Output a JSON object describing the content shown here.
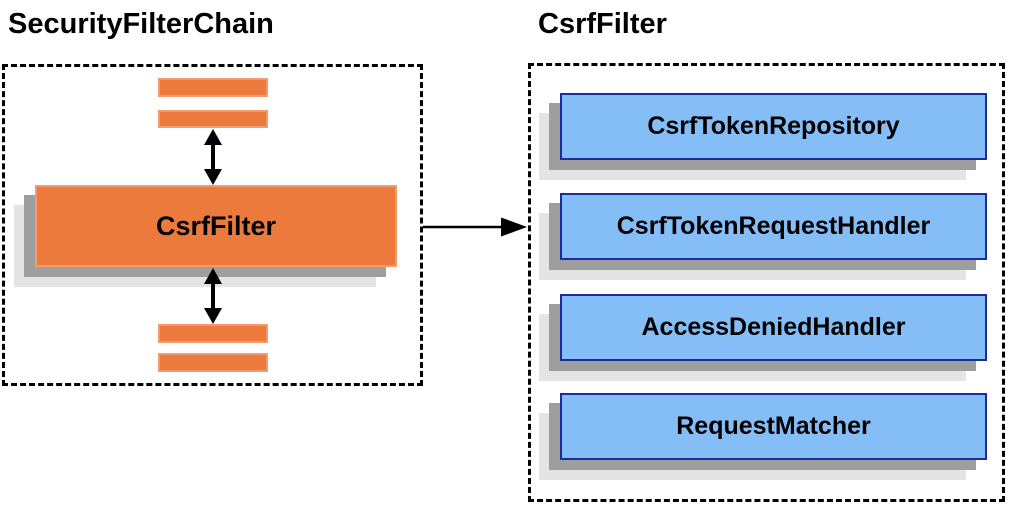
{
  "left_panel": {
    "title": "SecurityFilterChain",
    "filter_label": "CsrfFilter"
  },
  "right_panel": {
    "title": "CsrfFilter",
    "components": [
      {
        "label": "CsrfTokenRepository"
      },
      {
        "label": "CsrfTokenRequestHandler"
      },
      {
        "label": "AccessDeniedHandler"
      },
      {
        "label": "RequestMatcher"
      }
    ]
  },
  "icons": {
    "double_arrow": "vertical-double-headed-arrow",
    "flow_arrow": "right-pointing-arrow"
  },
  "colors": {
    "filter_fill": "#ED7A3D",
    "filter_border": "#F29B70",
    "component_fill": "#85BEF7",
    "component_border": "#1B2CA0",
    "shadow_dark": "#9E9E9E",
    "shadow_light": "#E4E4E4",
    "outline": "#000000",
    "text": "#000000"
  }
}
